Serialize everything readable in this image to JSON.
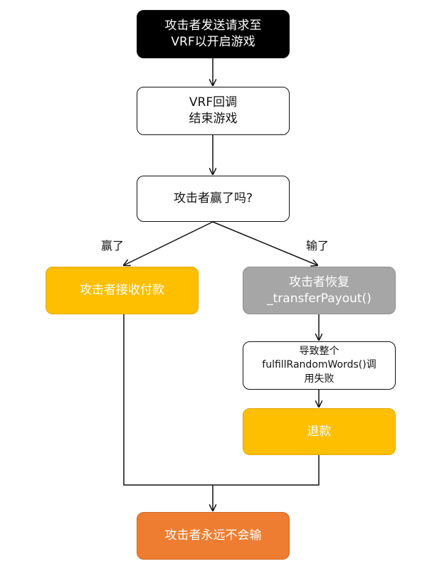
{
  "nodes": {
    "start": {
      "lines": [
        "攻击者发送请求至",
        "VRF以开启游戏"
      ],
      "color": "#000000"
    },
    "callback": {
      "lines": [
        "VRF回调",
        "结束游戏"
      ],
      "color": "#ffffff"
    },
    "decision": {
      "lines": [
        "攻击者赢了吗?"
      ],
      "color": "#ffffff"
    },
    "win": {
      "lines": [
        "攻击者接收付款"
      ],
      "color": "#fdbf00"
    },
    "revert": {
      "lines": [
        "攻击者恢复",
        "_transferPayout()"
      ],
      "color": "#a6a6a6"
    },
    "fail": {
      "lines": [
        "导致整个",
        "fulfillRandomWords()调",
        "用失败"
      ],
      "color": "#ffffff"
    },
    "refund": {
      "lines": [
        "退款"
      ],
      "color": "#fdbf00"
    },
    "end": {
      "lines": [
        "攻击者永远不会输"
      ],
      "color": "#ee7d31"
    }
  },
  "edges": {
    "win_label": "赢了",
    "lose_label": "输了"
  }
}
